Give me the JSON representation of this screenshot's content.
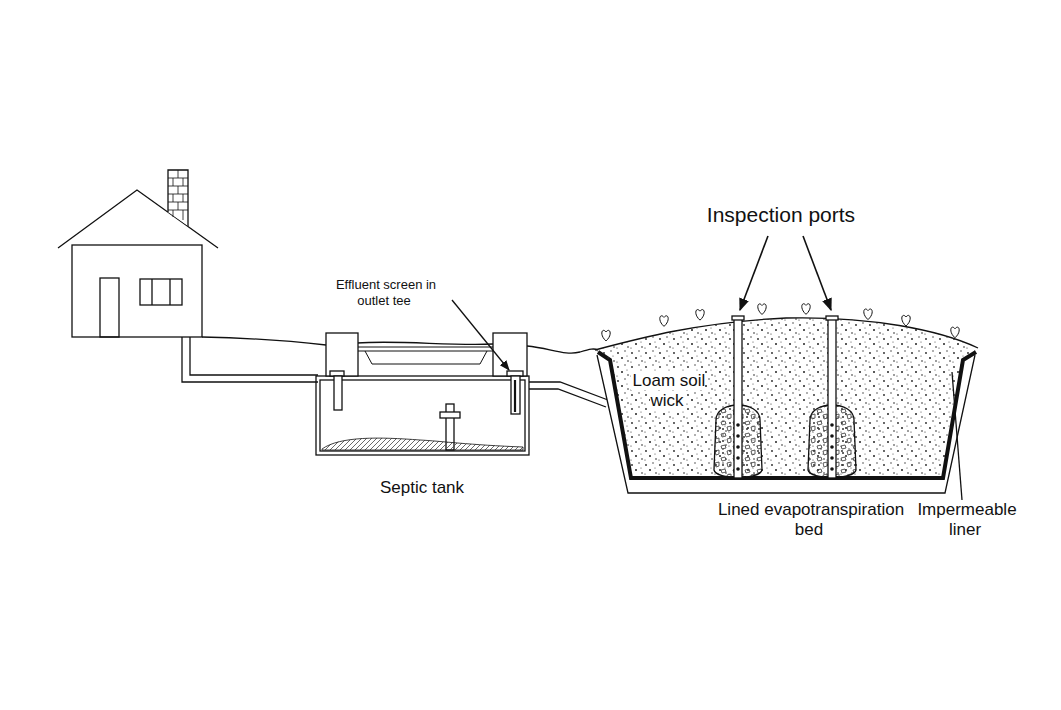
{
  "diagram": {
    "labels": [
      "Inspection ports",
      "Effluent screen in outlet tee",
      "Loam soil wick",
      "Septic tank",
      "Lined evapotranspiration bed",
      "Impermeable liner"
    ]
  }
}
